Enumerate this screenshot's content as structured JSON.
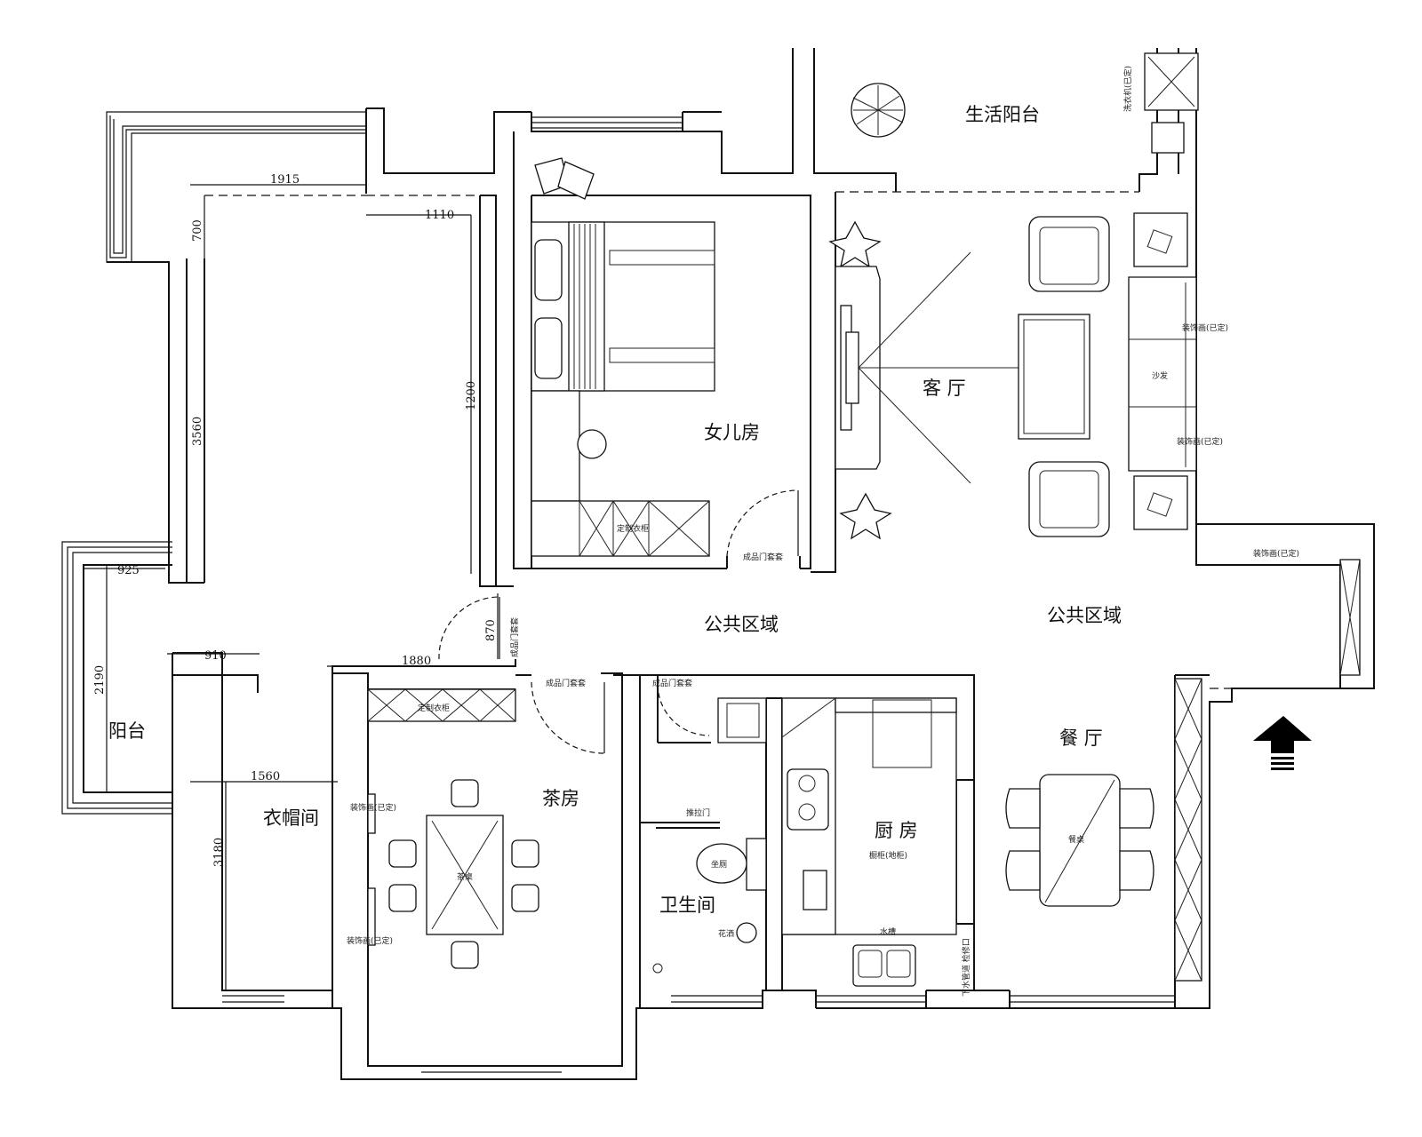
{
  "rooms": {
    "living_balcony": "生活阳台",
    "living_room": "客  厅",
    "daughter_room": "女儿房",
    "public_area_1": "公共区域",
    "public_area_2": "公共区域",
    "dining": "餐  厅",
    "tea_room": "茶房",
    "kitchen": "厨  房",
    "bathroom": "卫生间",
    "cloakroom": "衣帽间",
    "balcony": "阳台"
  },
  "dimensions": {
    "d1915": "1915",
    "d1110": "1110",
    "d700": "700",
    "d3560": "3560",
    "d1200": "1200",
    "d925": "925",
    "d910": "910",
    "d2190": "2190",
    "d1880": "1880",
    "d870": "870",
    "d1560": "1560",
    "d3180": "3180"
  },
  "annotations": {
    "sofa": "沙发",
    "tea_table": "茶桌",
    "dining_table": "餐桌",
    "toilet": "坐厕",
    "finished_door_1": "成品门套套",
    "finished_door_2": "成品门套套",
    "finished_door_3": "成品门套套",
    "finished_door_4": "成品门套套",
    "wardrobe": "定制衣柜",
    "cabinet": "橱柜(地柜)",
    "sink": "水槽",
    "decor_cabinet_1": "装饰画(已定)",
    "decor_cabinet_2": "装饰画(已定)",
    "decor_cabinet_3": "装饰画(已定)",
    "decor_cabinet_4": "装饰画(已定)",
    "decor_cabinet_5": "装饰画(已定)",
    "sliding_door": "推拉门",
    "shower": "花洒",
    "washer": "洗衣机(已定)",
    "drain": "下水管道 检修口"
  },
  "north_arrow": "entrance-arrow-icon"
}
